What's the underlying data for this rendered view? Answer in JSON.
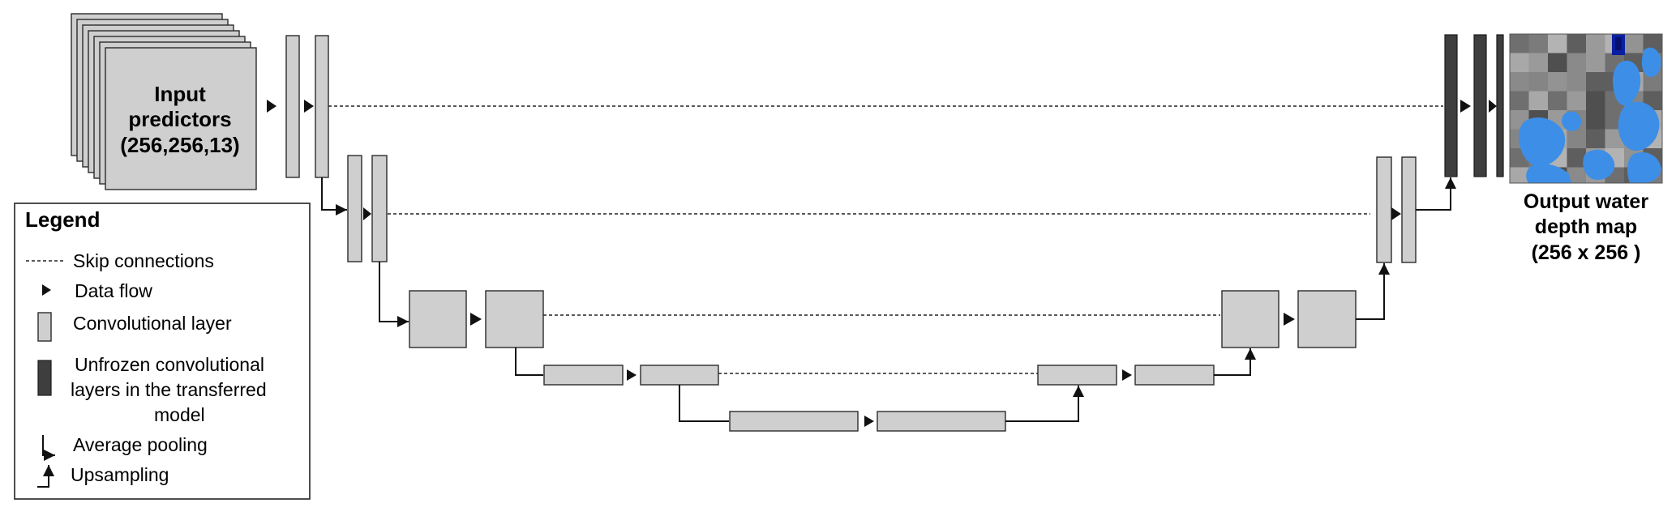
{
  "input": {
    "line1": "Input",
    "line2": "predictors",
    "line3": "(256,256,13)"
  },
  "output": {
    "line1": "Output water",
    "line2": "depth map",
    "line3": "(256 x 256 )"
  },
  "legend": {
    "title": "Legend",
    "skip": "Skip connections",
    "flow": "Data flow",
    "conv": "Convolutional layer",
    "unfrozen1": "Unfrozen convolutional",
    "unfrozen2": "layers in the transferred",
    "unfrozen3": "model",
    "pool": "Average pooling",
    "up": "Upsampling"
  },
  "colors": {
    "conv_layer": "#cfcfcf",
    "unfrozen_layer": "#3e3e3e",
    "water_light": "#3d8ee6",
    "water_dark": "#0a1fa0"
  }
}
